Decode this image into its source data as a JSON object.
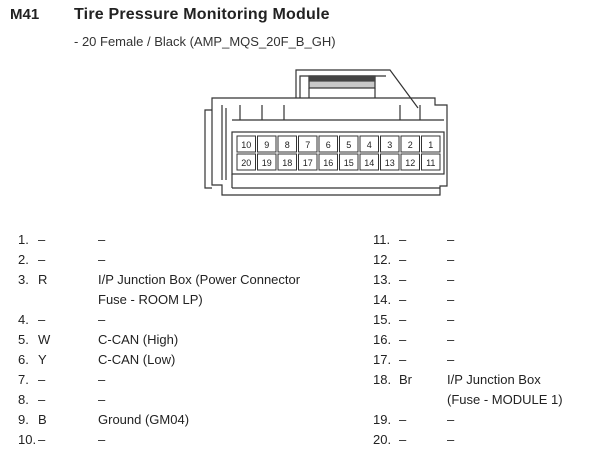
{
  "header": {
    "code": "M41",
    "title": "Tire Pressure Monitoring Module",
    "subtitle": "- 20 Female / Black (AMP_MQS_20F_B_GH)"
  },
  "connector": {
    "top_row": [
      "10",
      "9",
      "8",
      "7",
      "6",
      "5",
      "4",
      "3",
      "2",
      "1"
    ],
    "bottom_row": [
      "20",
      "19",
      "18",
      "17",
      "16",
      "15",
      "14",
      "13",
      "12",
      "11"
    ]
  },
  "pins_left": [
    {
      "num": "1.",
      "color": "–",
      "desc": "–"
    },
    {
      "num": "2.",
      "color": "–",
      "desc": "–"
    },
    {
      "num": "3.",
      "color": "R",
      "desc": "I/P Junction Box (Power Connector",
      "desc2": "Fuse - ROOM LP)"
    },
    {
      "num": "4.",
      "color": "–",
      "desc": "–"
    },
    {
      "num": "5.",
      "color": "W",
      "desc": "C-CAN (High)"
    },
    {
      "num": "6.",
      "color": "Y",
      "desc": "C-CAN (Low)"
    },
    {
      "num": "7.",
      "color": "–",
      "desc": "–"
    },
    {
      "num": "8.",
      "color": "–",
      "desc": "–"
    },
    {
      "num": "9.",
      "color": "B",
      "desc": "Ground (GM04)"
    },
    {
      "num": "10.",
      "color": "–",
      "desc": "–"
    }
  ],
  "pins_right": [
    {
      "num": "11.",
      "color": "–",
      "desc": "–"
    },
    {
      "num": "12.",
      "color": "–",
      "desc": "–"
    },
    {
      "num": "13.",
      "color": "–",
      "desc": "–"
    },
    {
      "num": "14.",
      "color": "–",
      "desc": "–"
    },
    {
      "num": "15.",
      "color": "–",
      "desc": "–"
    },
    {
      "num": "16.",
      "color": "–",
      "desc": "–"
    },
    {
      "num": "17.",
      "color": "–",
      "desc": "–"
    },
    {
      "num": "18.",
      "color": "Br",
      "desc": "I/P Junction Box",
      "desc2": "(Fuse - MODULE 1)"
    },
    {
      "num": "19.",
      "color": "–",
      "desc": "–"
    },
    {
      "num": "20.",
      "color": "–",
      "desc": "–"
    }
  ]
}
